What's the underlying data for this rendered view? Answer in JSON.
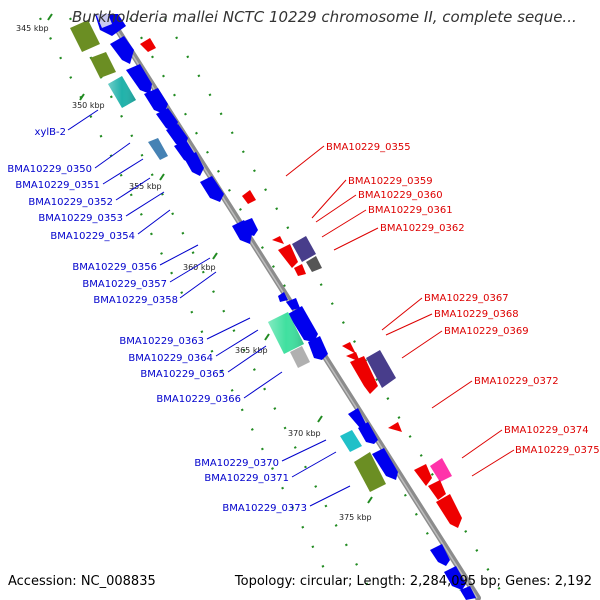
{
  "title": "Burkholderia mallei NCTC 10229 chromosome II, complete seque...",
  "accession": "Accession: NC_008835",
  "topology": "Topology: circular; Length: 2,284,095 bp; Genes: 2,192",
  "colors": {
    "backbone": "#8c8c8c",
    "forward_label": "#0000cc",
    "reverse_label": "#dd0000",
    "tick": "#228b22",
    "cds": "#0000ee",
    "reverse_cds": "#ee0000"
  },
  "ticks": [
    {
      "label": "345 kbp"
    },
    {
      "label": "350 kbp"
    },
    {
      "label": "355 kbp"
    },
    {
      "label": "360 kbp"
    },
    {
      "label": "365 kbp"
    },
    {
      "label": "370 kbp"
    },
    {
      "label": "375 kbp"
    }
  ],
  "forward_labels": [
    {
      "text": "xylB-2"
    },
    {
      "text": "BMA10229_0350"
    },
    {
      "text": "BMA10229_0351"
    },
    {
      "text": "BMA10229_0352"
    },
    {
      "text": "BMA10229_0353"
    },
    {
      "text": "BMA10229_0354"
    },
    {
      "text": "BMA10229_0356"
    },
    {
      "text": "BMA10229_0357"
    },
    {
      "text": "BMA10229_0358"
    },
    {
      "text": "BMA10229_0363"
    },
    {
      "text": "BMA10229_0364"
    },
    {
      "text": "BMA10229_0365"
    },
    {
      "text": "BMA10229_0366"
    },
    {
      "text": "BMA10229_0370"
    },
    {
      "text": "BMA10229_0371"
    },
    {
      "text": "BMA10229_0373"
    }
  ],
  "reverse_labels": [
    {
      "text": "BMA10229_0355"
    },
    {
      "text": "BMA10229_0359"
    },
    {
      "text": "BMA10229_0360"
    },
    {
      "text": "BMA10229_0361"
    },
    {
      "text": "BMA10229_0362"
    },
    {
      "text": "BMA10229_0367"
    },
    {
      "text": "BMA10229_0368"
    },
    {
      "text": "BMA10229_0369"
    },
    {
      "text": "BMA10229_0372"
    },
    {
      "text": "BMA10229_0374"
    },
    {
      "text": "BMA10229_0375"
    }
  ]
}
